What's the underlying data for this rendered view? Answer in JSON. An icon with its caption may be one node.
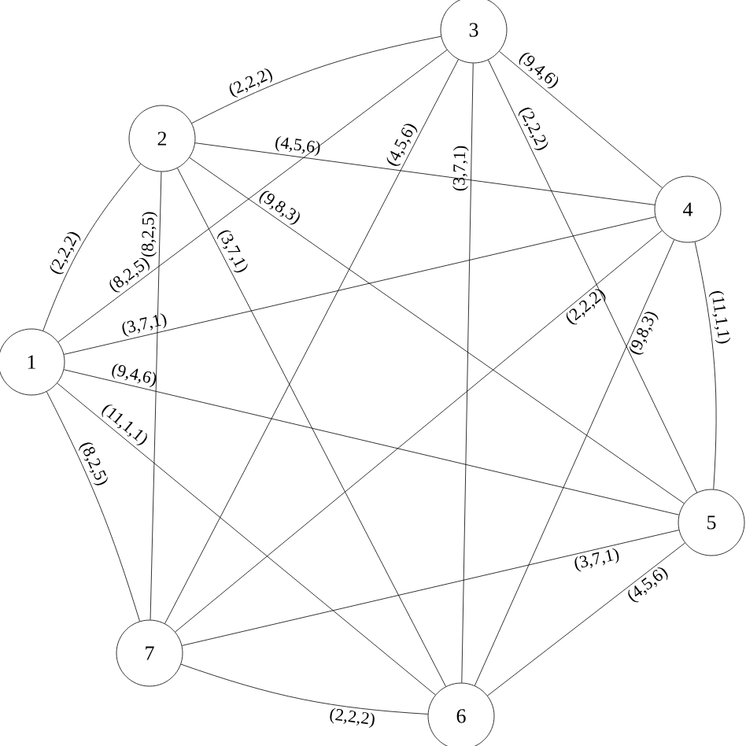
{
  "diagram": {
    "nodes": [
      {
        "text": [
          "1"
        ]
      },
      {
        "text": [
          "2"
        ]
      },
      {
        "text": [
          "3"
        ]
      },
      {
        "text": [
          "4"
        ]
      },
      {
        "text": [
          "5"
        ]
      },
      {
        "text": [
          "6"
        ]
      },
      {
        "text": [
          "7"
        ]
      }
    ],
    "edges": [
      {
        "from": 0,
        "to": 1,
        "arrow": "none",
        "label": "(2,2,2)"
      },
      {
        "from": 0,
        "to": 2,
        "arrow": "none",
        "label": "(8,2,5)"
      },
      {
        "from": 0,
        "to": 3,
        "arrow": "none",
        "label": "(3,7,1)"
      },
      {
        "from": 0,
        "to": 4,
        "arrow": "none",
        "label": "(9,4,6)"
      },
      {
        "from": 0,
        "to": 5,
        "arrow": "none",
        "label": "(11,1,1)"
      },
      {
        "from": 0,
        "to": 6,
        "arrow": "none",
        "label": "(8,2,5)"
      },
      {
        "from": 1,
        "to": 2,
        "arrow": "none",
        "label": "(2,2,2)"
      },
      {
        "from": 1,
        "to": 3,
        "arrow": "none",
        "label": "(4,5,6)"
      },
      {
        "from": 1,
        "to": 4,
        "arrow": "none",
        "label": "(9,8,3)"
      },
      {
        "from": 1,
        "to": 5,
        "arrow": "none",
        "label": "(3,7,1)"
      },
      {
        "from": 1,
        "to": 6,
        "arrow": "none",
        "label": "(8,2,5)"
      },
      {
        "from": 2,
        "to": 3,
        "arrow": "none",
        "label": "(9,4,6)"
      },
      {
        "from": 2,
        "to": 4,
        "arrow": "none",
        "label": "(2,2,2)"
      },
      {
        "from": 2,
        "to": 5,
        "arrow": "none",
        "label": "(3,7,1)"
      },
      {
        "from": 2,
        "to": 6,
        "arrow": "none",
        "label": "(4,5,6)"
      },
      {
        "from": 3,
        "to": 4,
        "arrow": "none",
        "label": "(11,1,1)"
      },
      {
        "from": 3,
        "to": 5,
        "arrow": "none",
        "label": "(9,8,3)"
      },
      {
        "from": 3,
        "to": 6,
        "arrow": "none",
        "label": "(2,2,2)"
      },
      {
        "from": 4,
        "to": 5,
        "arrow": "none",
        "label": "(4,5,6)"
      },
      {
        "from": 4,
        "to": 6,
        "arrow": "none",
        "label": "(3,7,1)"
      },
      {
        "from": 5,
        "to": 6,
        "arrow": "none",
        "label": "(2,2,2)"
      }
    ]
  }
}
